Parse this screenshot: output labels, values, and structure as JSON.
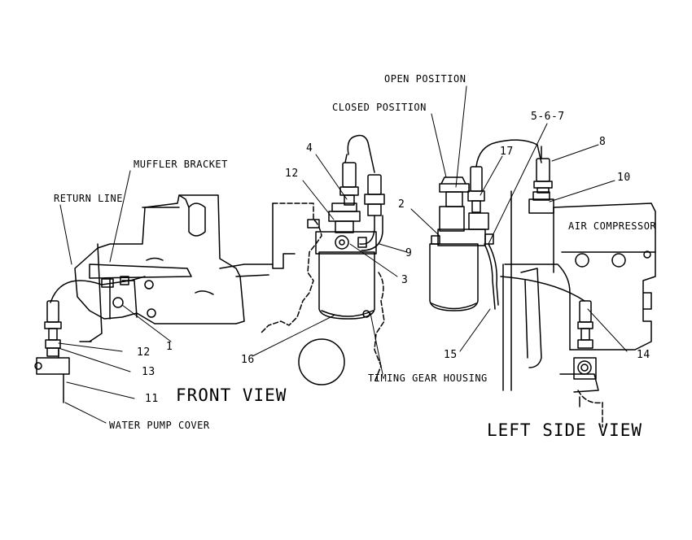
{
  "labels": {
    "open_position": "OPEN POSITION",
    "closed_position": "CLOSED POSITION",
    "part_5_6_7": "5-6-7",
    "part_8": "8",
    "part_17": "17",
    "part_10": "10",
    "air_compressor": "AIR COMPRESSOR",
    "part_2": "2",
    "part_4": "4",
    "muffler_bracket": "MUFFLER BRACKET",
    "part_12_top": "12",
    "return_line": "RETURN LINE",
    "part_9": "9",
    "part_3": "3",
    "part_1": "1",
    "part_12_bottom": "12",
    "part_13": "13",
    "part_16": "16",
    "part_15": "15",
    "part_14": "14",
    "timing_gear_housing": "TIMING GEAR HOUSING",
    "part_11": "11",
    "water_pump_cover": "WATER PUMP COVER"
  },
  "views": {
    "front": "FRONT VIEW",
    "left_side": "LEFT SIDE VIEW"
  }
}
